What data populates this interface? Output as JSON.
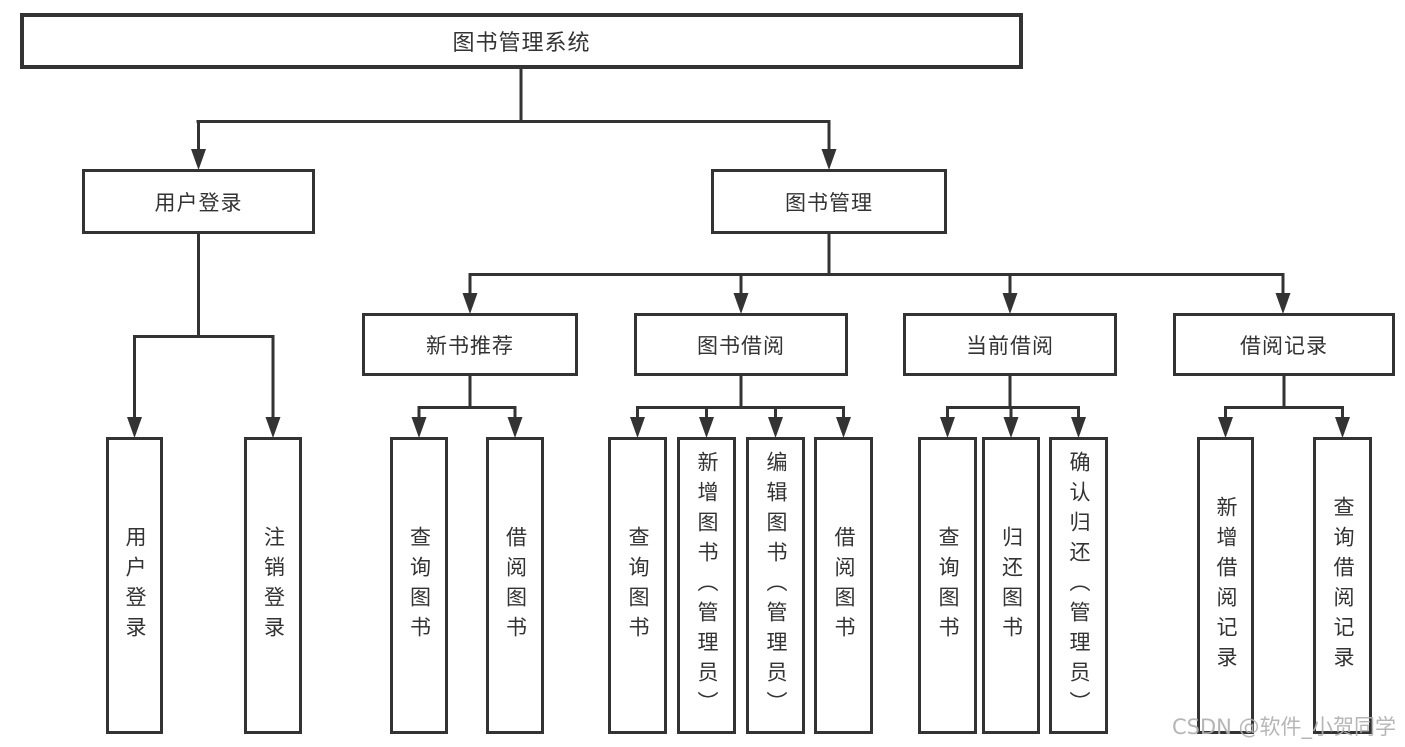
{
  "colors": {
    "background": "#ffffff",
    "box_border": "#333333",
    "connector_line": "#333333",
    "text": "#333333",
    "watermark": "#b0b0b0"
  },
  "tree": {
    "root": {
      "label": "图书管理系统"
    },
    "branches": [
      {
        "label": "用户登录",
        "leaves": [
          {
            "label": "用户登录"
          },
          {
            "label": "注销登录"
          }
        ]
      },
      {
        "label": "图书管理",
        "sections": [
          {
            "label": "新书推荐",
            "leaves": [
              {
                "label": "查询图书"
              },
              {
                "label": "借阅图书"
              }
            ]
          },
          {
            "label": "图书借阅",
            "leaves": [
              {
                "label": "查询图书"
              },
              {
                "label": "新增图书（管理员）"
              },
              {
                "label": "编辑图书（管理员）"
              },
              {
                "label": "借阅图书"
              }
            ]
          },
          {
            "label": "当前借阅",
            "leaves": [
              {
                "label": "查询图书"
              },
              {
                "label": "归还图书"
              },
              {
                "label": "确认归还（管理员）"
              }
            ]
          },
          {
            "label": "借阅记录",
            "leaves": [
              {
                "label": "新增借阅记录"
              },
              {
                "label": "查询借阅记录"
              }
            ]
          }
        ]
      }
    ]
  },
  "watermark": {
    "text": "CSDN @软件_小贺同学"
  }
}
